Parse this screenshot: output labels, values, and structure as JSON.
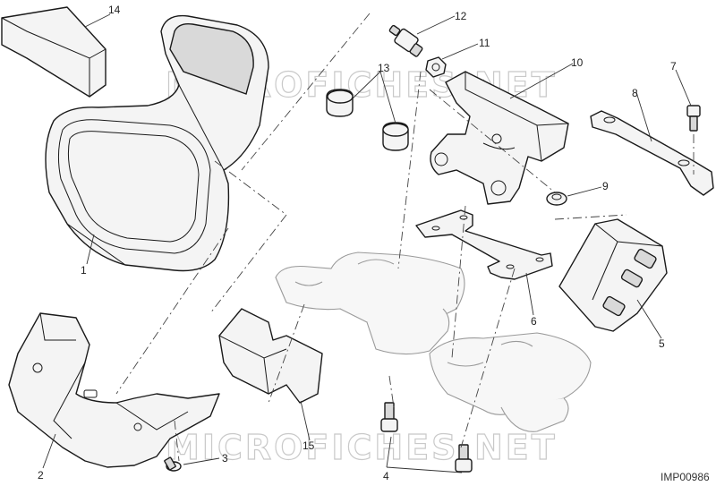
{
  "diagram": {
    "reference_code": "IMP00986",
    "watermark": "MICROFICHES.NET",
    "callouts": [
      "1",
      "2",
      "3",
      "4",
      "5",
      "6",
      "7",
      "8",
      "9",
      "10",
      "11",
      "12",
      "13",
      "14",
      "15"
    ]
  }
}
